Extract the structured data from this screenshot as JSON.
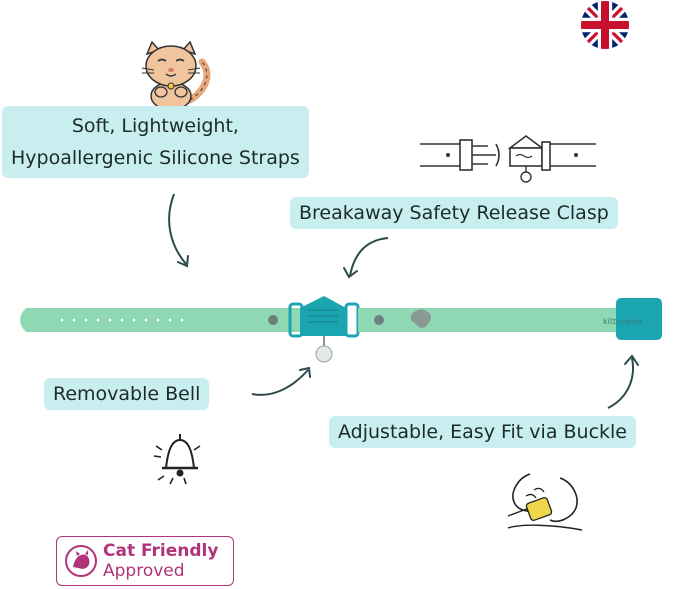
{
  "labels": {
    "soft_line1": "Soft, Lightweight,",
    "soft_line2": "Hypoallergenic Silicone Straps",
    "breakaway": "Breakaway Safety Release Clasp",
    "bell": "Removable Bell",
    "adjustable": "Adjustable, Easy Fit via Buckle"
  },
  "badge": {
    "line1": "Cat Friendly",
    "line2": "Approved"
  },
  "buckle_brand": "kittyrama",
  "icons": [
    "uk-flag-icon",
    "cat-icon",
    "clasp-icon",
    "bell-icon",
    "hand-buckle-icon",
    "cat-friendly-logo-icon"
  ],
  "colors": {
    "label_bg": "#c9eef0",
    "strap": "#8fd8b4",
    "clasp": "#1aa5b0",
    "badge": "#b0347a",
    "arrow": "#2c4a4c"
  }
}
